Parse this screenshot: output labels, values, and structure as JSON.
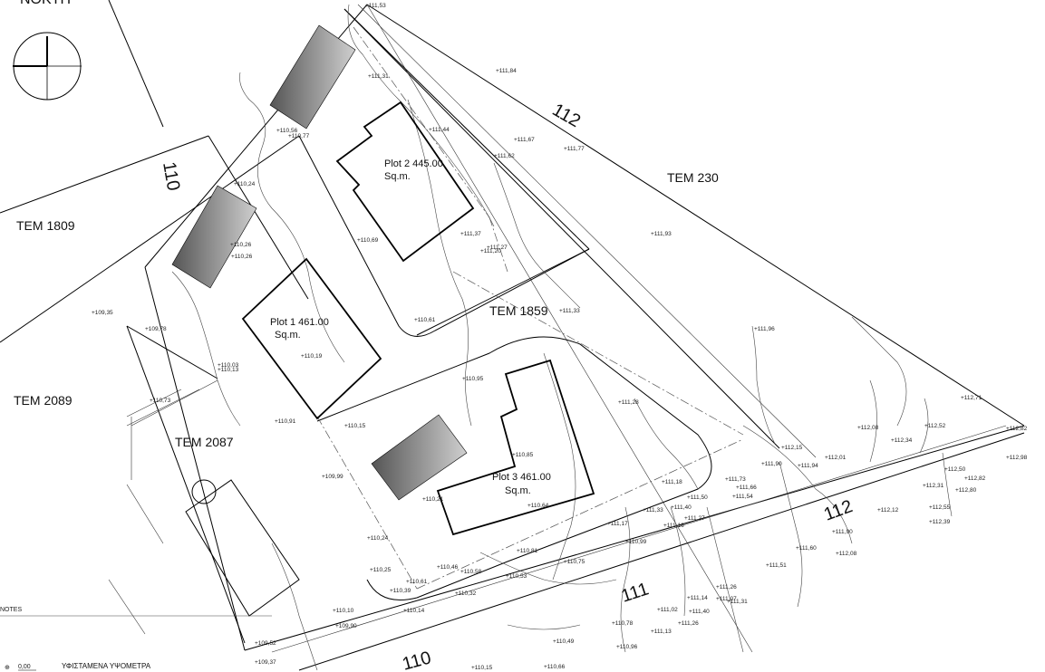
{
  "parcels": [
    {
      "id": "tem-230",
      "label": "TEM 230"
    },
    {
      "id": "tem-1809",
      "label": "TEM 1809"
    },
    {
      "id": "tem-2089",
      "label": "TEM 2089"
    },
    {
      "id": "tem-2087",
      "label": "TEM 2087"
    },
    {
      "id": "tem-1859",
      "label": "TEM 1859"
    }
  ],
  "plots": [
    {
      "id": "plot-1",
      "line1": "Plot 1 461.00",
      "line2": "Sq.m."
    },
    {
      "id": "plot-2",
      "line1": "Plot 2 445.00",
      "line2": "Sq.m."
    },
    {
      "id": "plot-3",
      "line1": "Plot 3 461.00",
      "line2": "Sq.m."
    }
  ],
  "contours": [
    {
      "id": "c110-top",
      "label": "110"
    },
    {
      "id": "c112-top",
      "label": "112"
    },
    {
      "id": "c112-bottom",
      "label": "112"
    },
    {
      "id": "c111-bottom",
      "label": "111"
    },
    {
      "id": "c110-bottom",
      "label": "110"
    }
  ],
  "elevations": [
    "+111,53",
    "+111,31",
    "+111,84",
    "+110,56",
    "+110,77",
    "+111,44",
    "+111,67",
    "+111,62",
    "+111,77",
    "+110,24",
    "+110,69",
    "+111,37",
    "+111,27",
    "+111,20",
    "+111,93",
    "+110,26",
    "+110,26",
    "+110,61",
    "+111,33",
    "+109,35",
    "+109,78",
    "+110,19",
    "+111,96",
    "+110,13",
    "+110,03",
    "+110,95",
    "+110,73",
    "+111,28",
    "+110,91",
    "+110,15",
    "+112,71",
    "+112,08",
    "+112,52",
    "+112,34",
    "+112,82",
    "+112,98",
    "+110,85",
    "+109,99",
    "+112,15",
    "+112,01",
    "+111,90",
    "+111,94",
    "+110,21",
    "+110,64",
    "+111,18",
    "+111,73",
    "+111,66",
    "+111,50",
    "+111,54",
    "+112,50",
    "+112,82",
    "+112,31",
    "+112,80",
    "+111,33",
    "+111,40",
    "+111,27",
    "+112,12",
    "+112,55",
    "+112,39",
    "+111,17",
    "+111,16",
    "+111,90",
    "+110,24",
    "+110,81",
    "+110,99",
    "+111,60",
    "+112,08",
    "+110,25",
    "+110,46",
    "+110,58",
    "+110,75",
    "+111,51",
    "+110,61",
    "+110,53",
    "+110,39",
    "+110,32",
    "+111,26",
    "+111,31",
    "+111,14",
    "+110,10",
    "+110,14",
    "+111,02",
    "+111,40",
    "+110,78",
    "+109,90",
    "+111,26",
    "+110,49",
    "+111,13",
    "+110,96",
    "+109,52",
    "+109,37",
    "+110,15",
    "+110,66",
    "+111,07"
  ],
  "notes_label": "NOTES",
  "legend": {
    "symbol_value": "0,00",
    "text": "ΥΦΙΣΤΑΜΕΝΑ ΥΨΟΜΕΤΡΑ"
  },
  "north_label": "NOKTH"
}
